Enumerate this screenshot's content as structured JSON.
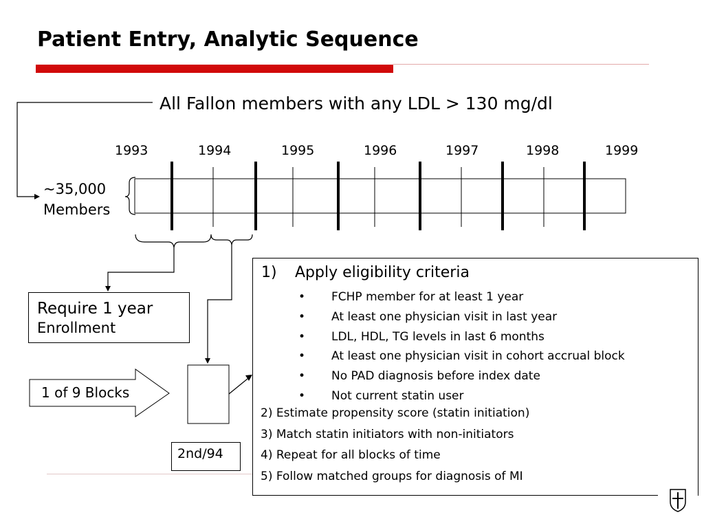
{
  "slide": {
    "title": "Patient Entry, Analytic Sequence",
    "accent_color": "#d10a0a"
  },
  "timeline": {
    "population": "All Fallon members with any LDL > 130 mg/dl",
    "years": [
      "1993",
      "1994",
      "1995",
      "1996",
      "1997",
      "1998",
      "1999"
    ],
    "members_count": "~35,000",
    "members_label": "Members",
    "blocks_total": 9
  },
  "enrollment_box": {
    "line1": "Require 1 year",
    "line2": "Enrollment"
  },
  "block_arrow": {
    "label": "1 of 9 Blocks"
  },
  "block_tag": {
    "label": "2nd/94"
  },
  "criteria": {
    "step1_number": "1)",
    "step1_label": "Apply eligibility criteria",
    "bullet_glyph": "•",
    "bullets": [
      "FCHP member for at least 1 year",
      "At least one physician visit in last year",
      "LDL, HDL, TG levels in last 6 months",
      "At least one physician visit in cohort accrual block",
      "No PAD diagnosis before index date",
      "Not current statin user"
    ],
    "steps": [
      "2) Estimate propensity score (statin initiation)",
      "3) Match statin initiators with non-initiators",
      "4) Repeat for all blocks of time",
      "5) Follow matched groups for diagnosis of MI"
    ]
  },
  "logo": {
    "icon": "shield-logo-icon"
  }
}
